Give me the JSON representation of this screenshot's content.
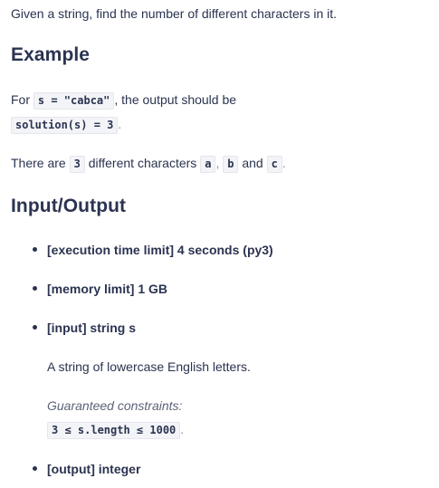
{
  "intro": "Given a string, find the number of different characters in it.",
  "example": {
    "heading": "Example",
    "line1": {
      "pre": "For",
      "code": "s = \"cabca\"",
      "post": ", the output should be"
    },
    "line2": {
      "code": "solution(s) = 3",
      "post": "."
    },
    "line3": {
      "pre": "There are",
      "count": "3",
      "mid": "different characters",
      "char1": "a",
      "comma": ",",
      "char2": "b",
      "and": "and",
      "char3": "c",
      "end": "."
    }
  },
  "io": {
    "heading": "Input/Output",
    "items": [
      {
        "label": "[execution time limit] 4 seconds (py3)"
      },
      {
        "label": "[memory limit] 1 GB"
      },
      {
        "label": "[input] string s"
      },
      {
        "label": "[output] integer"
      }
    ],
    "input_description": "A string of lowercase English letters.",
    "constraints_label": "Guaranteed constraints:",
    "constraint_code": "3 ≤ s.length ≤ 1000",
    "constraint_end": "."
  }
}
